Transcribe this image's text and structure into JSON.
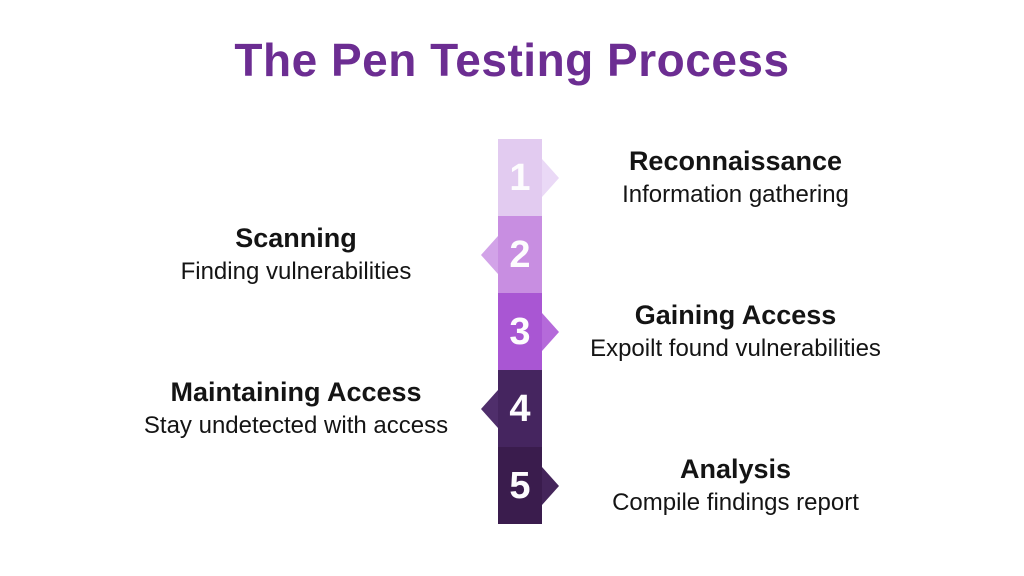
{
  "title": {
    "text": "The Pen Testing Process",
    "color": "#6c2d92"
  },
  "text_color": "#141414",
  "number_color": "#fdfcfe",
  "background_color": "#ffffff",
  "steps": [
    {
      "number": "1",
      "heading": "Reconnaissance",
      "description": "Information gathering",
      "side": "right",
      "segment_color": "#e2cbf0",
      "arrow_color": "#ead9f6"
    },
    {
      "number": "2",
      "heading": "Scanning",
      "description": "Finding vulnerabilities",
      "side": "left",
      "segment_color": "#c88ee1",
      "arrow_color": "#d2a3e8"
    },
    {
      "number": "3",
      "heading": "Gaining Access",
      "description": "Expoilt found vulnerabilities",
      "side": "right",
      "segment_color": "#a956d3",
      "arrow_color": "#b56ada"
    },
    {
      "number": "4",
      "heading": "Maintaining Access",
      "description": "Stay undetected with access",
      "side": "left",
      "segment_color": "#45255f",
      "arrow_color": "#4f2e6b"
    },
    {
      "number": "5",
      "heading": "Analysis",
      "description": "Compile findings report",
      "side": "right",
      "segment_color": "#3a1c4d",
      "arrow_color": "#44255a"
    }
  ]
}
